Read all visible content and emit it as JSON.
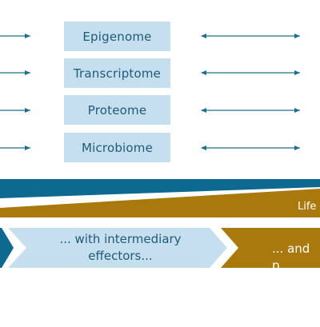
{
  "omics": [
    {
      "label": "Epigenome"
    },
    {
      "label": "Transcriptome"
    },
    {
      "label": "Proteome"
    },
    {
      "label": "Microbiome"
    }
  ],
  "band": {
    "lifestyle_label": "Life",
    "blue_color": "#0d6990",
    "gold_color": "#a97a0b"
  },
  "flow": {
    "middle_label": "... with intermediary effectors...",
    "right_label": "... and p"
  },
  "colors": {
    "arrow": "#1f6f8b",
    "box": "#c5dfee",
    "light_chevron": "#c5dfee"
  }
}
